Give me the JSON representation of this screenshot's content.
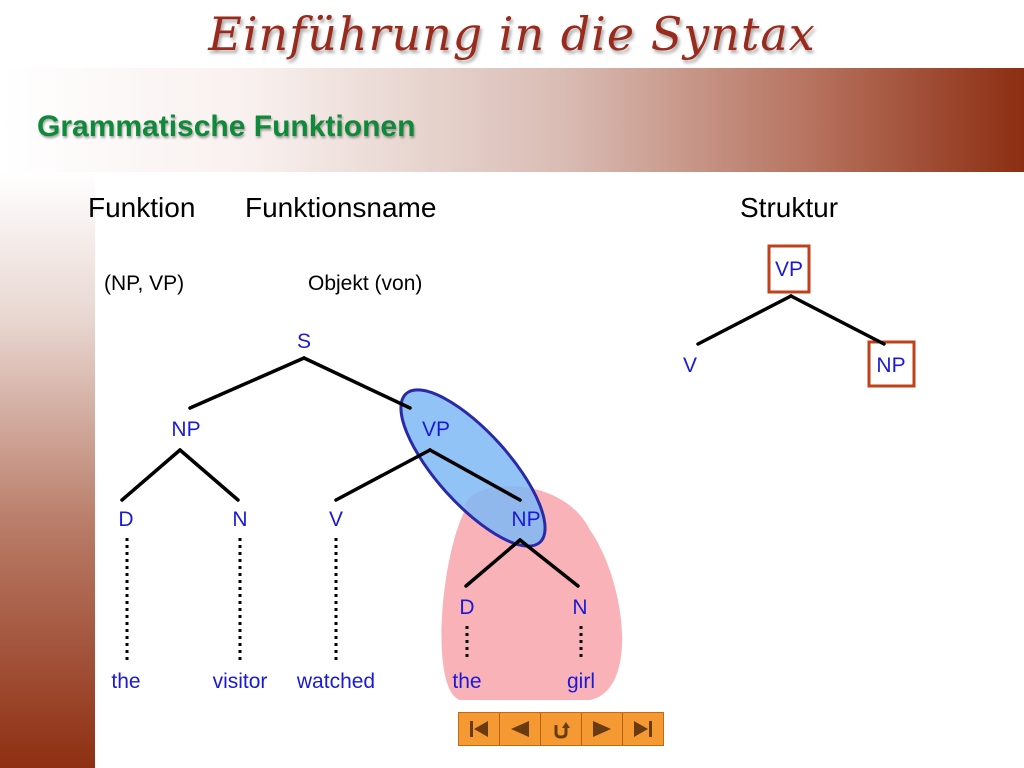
{
  "header": {
    "title": "Einführung in die Syntax"
  },
  "slide": {
    "title": "Grammatische Funktionen"
  },
  "columns": {
    "funktion": "Funktion",
    "funktionsname": "Funktionsname",
    "struktur": "Struktur"
  },
  "row": {
    "funktion": "(NP, VP)",
    "name": "Objekt (von)"
  },
  "tree": {
    "S": "S",
    "NP": "NP",
    "VP": "VP",
    "D1": "D",
    "N1": "N",
    "V": "V",
    "NP2": "NP",
    "D2": "D",
    "N2": "N",
    "words": [
      "the",
      "visitor",
      "watched",
      "the",
      "girl"
    ]
  },
  "structure": {
    "root": "VP",
    "left": "V",
    "right": "NP"
  },
  "nav": {
    "first": "first-icon",
    "prev": "prev-icon",
    "return": "return-icon",
    "next": "next-icon",
    "last": "last-icon"
  },
  "colors": {
    "node_text": "#1a1ad6",
    "title_green": "#0f8a3a",
    "header_red": "#9a2a1c",
    "box_red": "#c0401a",
    "nav_orange": "#f59a33"
  }
}
